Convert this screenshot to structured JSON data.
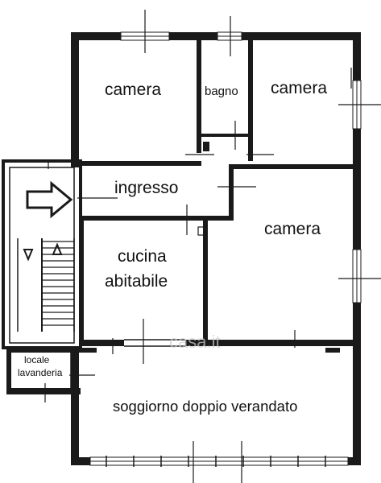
{
  "rooms": {
    "camera_1": "camera",
    "bagno": "bagno",
    "camera_2": "camera",
    "ingresso": "ingresso",
    "camera_3": "camera",
    "cucina_line1": "cucina",
    "cucina_line2": "abitabile",
    "locale_line1": "locale",
    "locale_line2": "lavanderia",
    "soggiorno": "soggiorno doppio verandato"
  },
  "watermark": "casa.it",
  "colors": {
    "wall": "#1a1a1a",
    "background": "#ffffff",
    "watermark": "#cfcfcf"
  },
  "icons": {
    "entry": "entry-arrow-icon",
    "stairs": "stairs-icon"
  }
}
